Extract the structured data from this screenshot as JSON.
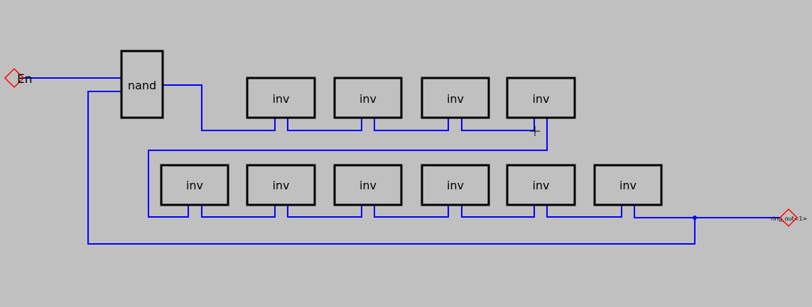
{
  "colors": {
    "background": "#c0c0c0",
    "wire": "#0000ff",
    "gate_border": "#000000",
    "pin": "#ff0000"
  },
  "ports": {
    "input_label": "En",
    "output_label": "ring_out<1>"
  },
  "nand_gate": {
    "label": "nand"
  },
  "inverters_row1": [
    {
      "label": "inv"
    },
    {
      "label": "inv"
    },
    {
      "label": "inv"
    },
    {
      "label": "inv"
    }
  ],
  "inverters_row2": [
    {
      "label": "inv"
    },
    {
      "label": "inv"
    },
    {
      "label": "inv"
    },
    {
      "label": "inv"
    },
    {
      "label": "inv"
    },
    {
      "label": "inv"
    }
  ]
}
